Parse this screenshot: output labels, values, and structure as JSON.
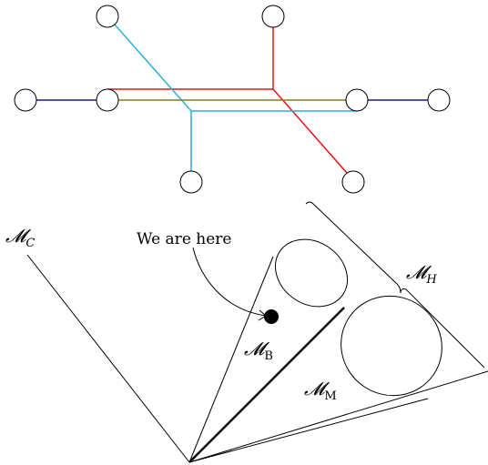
{
  "graph": {
    "line_colors": {
      "red": "#e8141c",
      "cyan": "#27b1d6",
      "navy": "#1a1a8c",
      "olive": "#8a7a1e"
    }
  },
  "cones": {
    "label_c": "𝓜",
    "label_c_sub": "C",
    "label_h": "𝓜",
    "label_h_sub": "H",
    "label_b": "𝓜",
    "label_b_sub": "B",
    "label_m": "𝓜",
    "label_m_sub": "M",
    "annotation": "We are here"
  }
}
